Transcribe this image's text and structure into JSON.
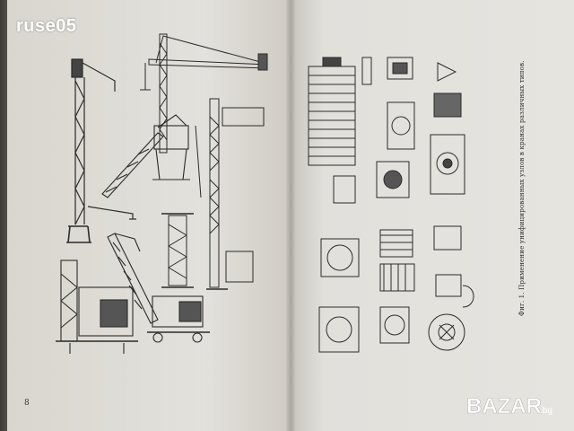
{
  "watermark": {
    "text": "ruse05"
  },
  "page": {
    "number": "8"
  },
  "caption": {
    "text": "Фиг. 1. Применение унифицированных узлов в кранах различных типов."
  },
  "logo": {
    "text": "BAZAR",
    "suffix": ".bg"
  },
  "colors": {
    "paper": "#e4e2dd",
    "ink": "#2b2b2b",
    "background": "#5e5a55"
  }
}
